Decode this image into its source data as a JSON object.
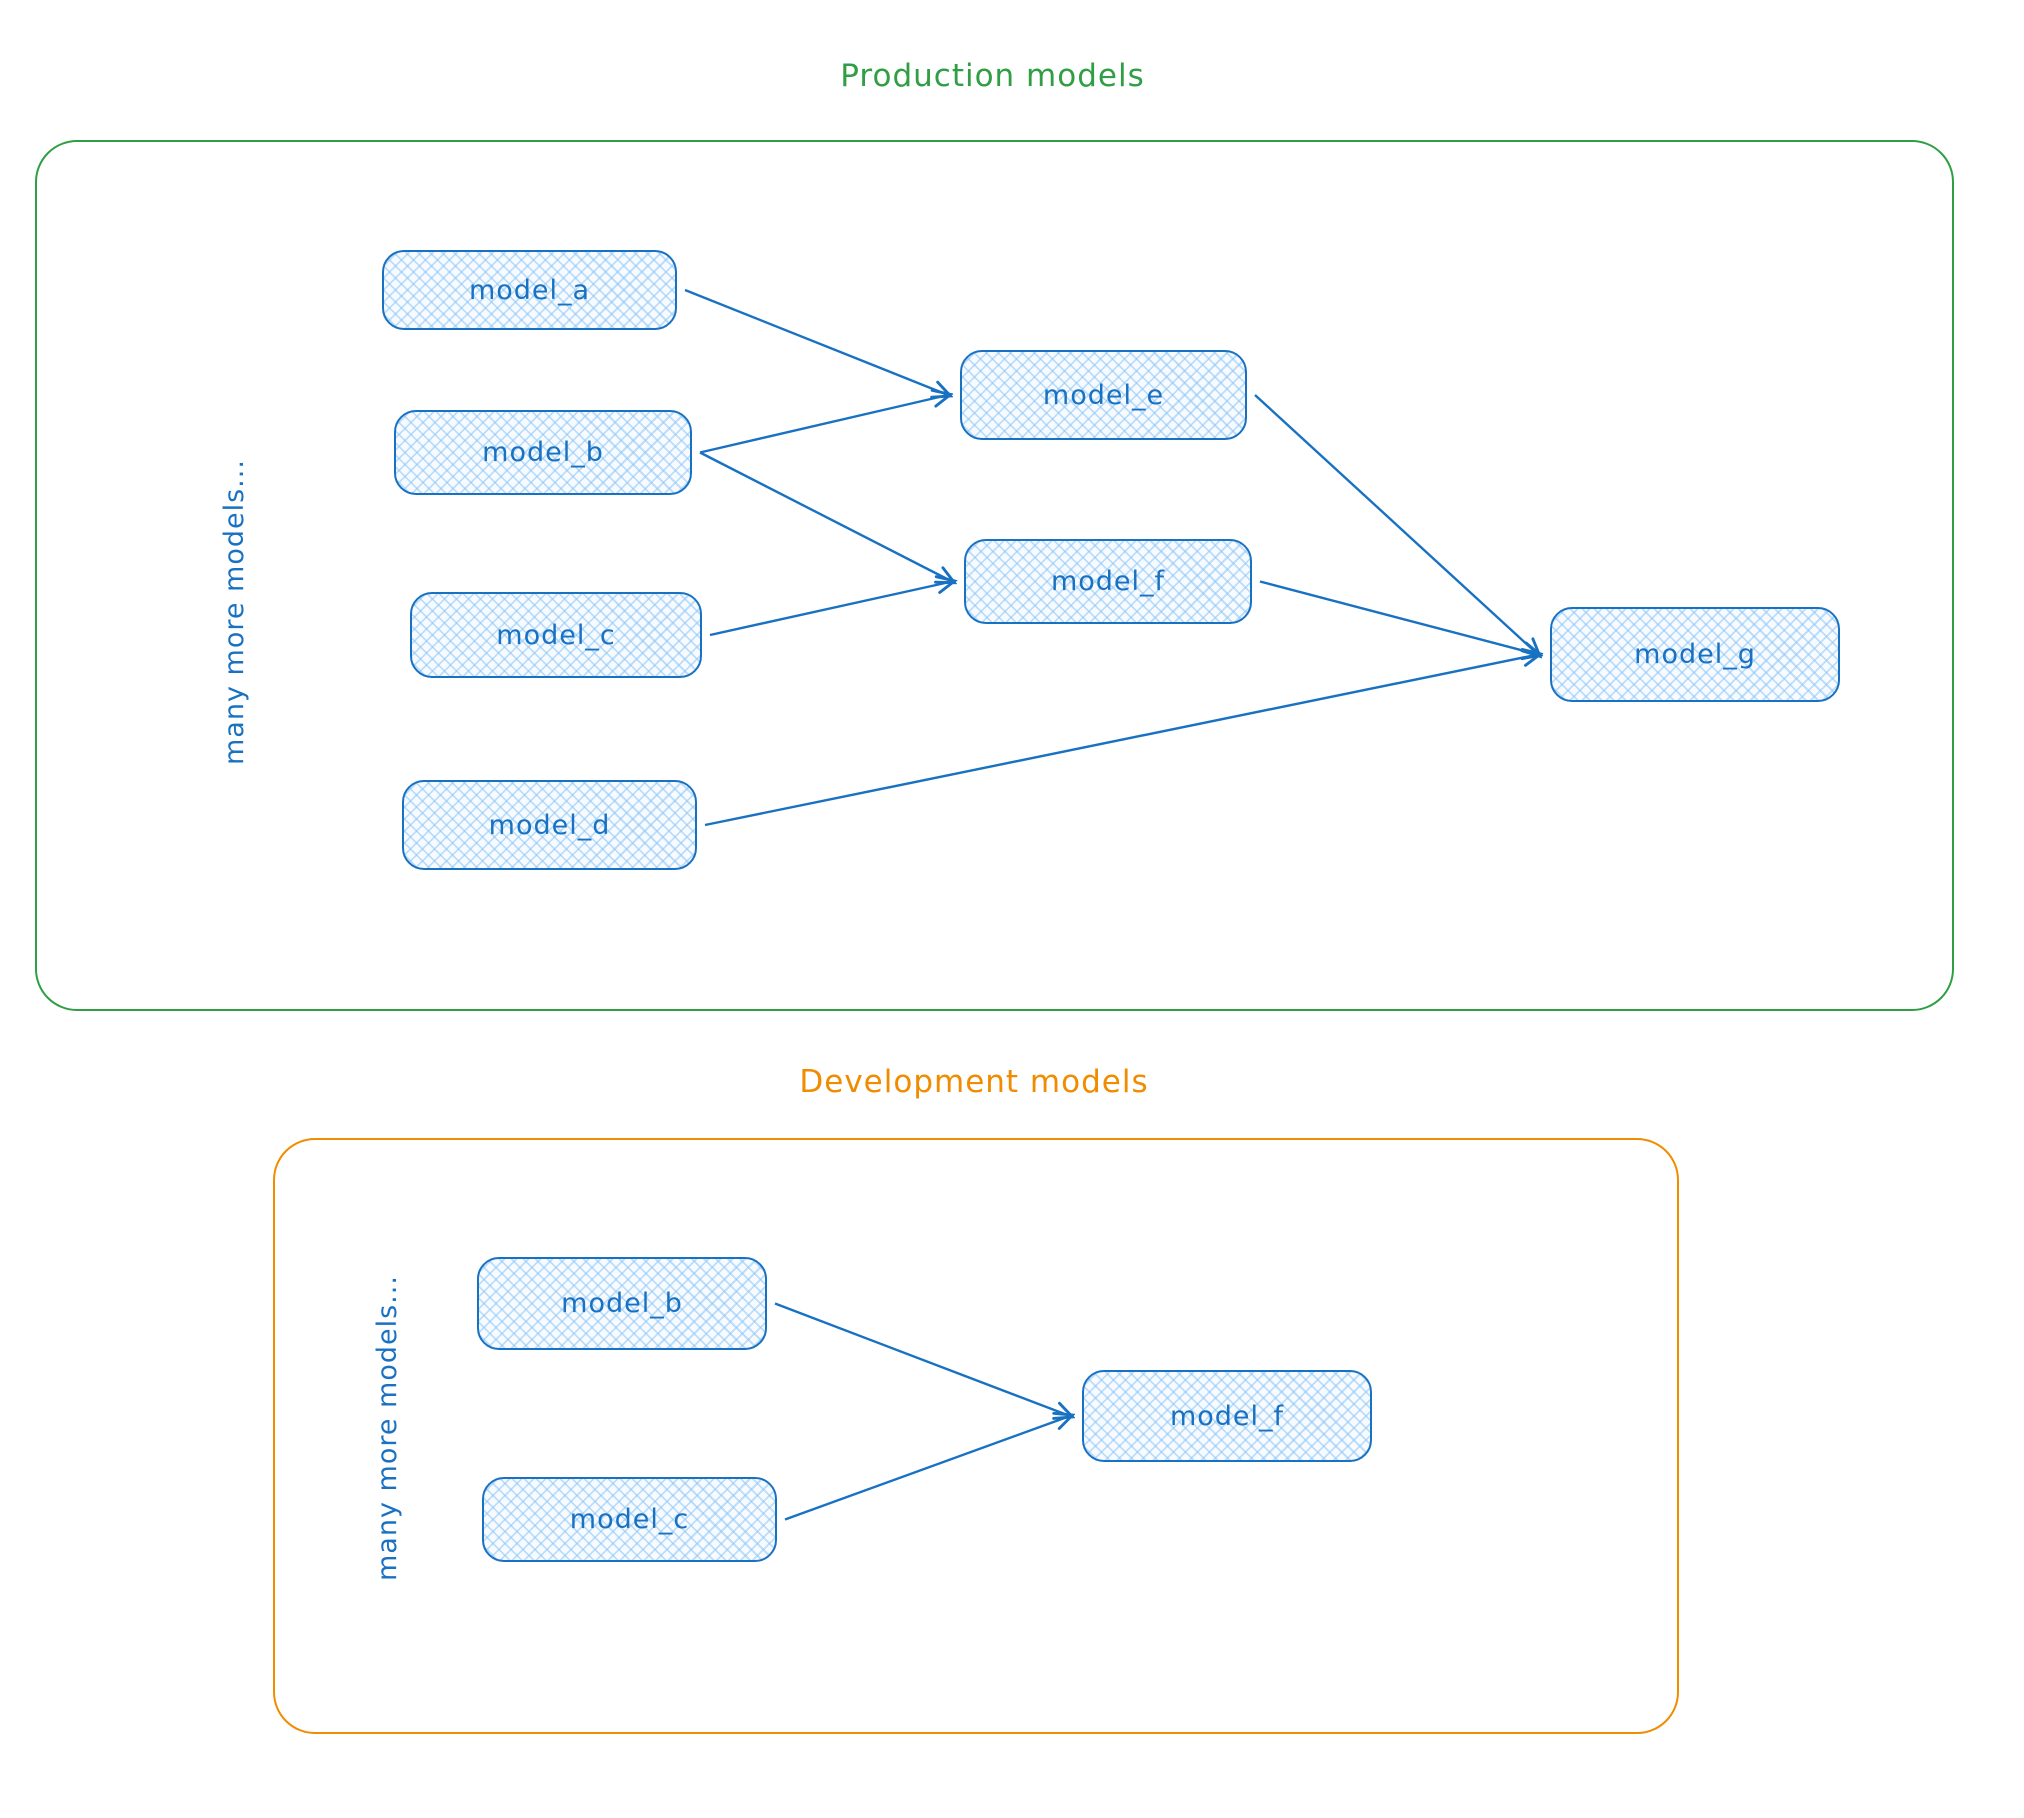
{
  "palette": {
    "blue": "#1971c2",
    "green": "#2f9e44",
    "orange": "#f08c00"
  },
  "sections": [
    {
      "title": "Production models",
      "accent": "#2f9e44",
      "side_label": "many more models...",
      "nodes": [
        {
          "id": "a",
          "label": "model_a"
        },
        {
          "id": "b",
          "label": "model_b"
        },
        {
          "id": "c",
          "label": "model_c"
        },
        {
          "id": "d",
          "label": "model_d"
        },
        {
          "id": "e",
          "label": "model_e"
        },
        {
          "id": "f",
          "label": "model_f"
        },
        {
          "id": "g",
          "label": "model_g"
        }
      ],
      "edges": [
        {
          "from": "a",
          "to": "e"
        },
        {
          "from": "b",
          "to": "e"
        },
        {
          "from": "b",
          "to": "f"
        },
        {
          "from": "c",
          "to": "f"
        },
        {
          "from": "e",
          "to": "g"
        },
        {
          "from": "f",
          "to": "g"
        },
        {
          "from": "d",
          "to": "g"
        }
      ]
    },
    {
      "title": "Development models",
      "accent": "#f08c00",
      "side_label": "many more models...",
      "nodes": [
        {
          "id": "b",
          "label": "model_b"
        },
        {
          "id": "c",
          "label": "model_c"
        },
        {
          "id": "f",
          "label": "model_f"
        }
      ],
      "edges": [
        {
          "from": "b",
          "to": "f"
        },
        {
          "from": "c",
          "to": "f"
        }
      ]
    }
  ]
}
